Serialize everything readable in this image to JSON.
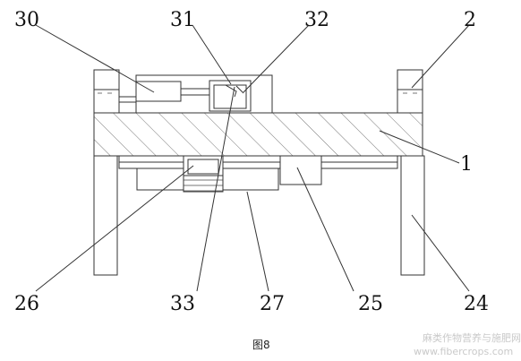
{
  "figure": {
    "caption": "图8",
    "watermark_line1": "麻类作物营养与施肥网",
    "watermark_line2": "www.fibercrops.com",
    "colors": {
      "stroke": "#333333",
      "hatch": "#555555",
      "background": "#ffffff"
    }
  },
  "labels": {
    "l30": "30",
    "l31": "31",
    "l32": "32",
    "l2": "2",
    "l1": "1",
    "l26": "26",
    "l33": "33",
    "l27": "27",
    "l25": "25",
    "l24": "24"
  }
}
